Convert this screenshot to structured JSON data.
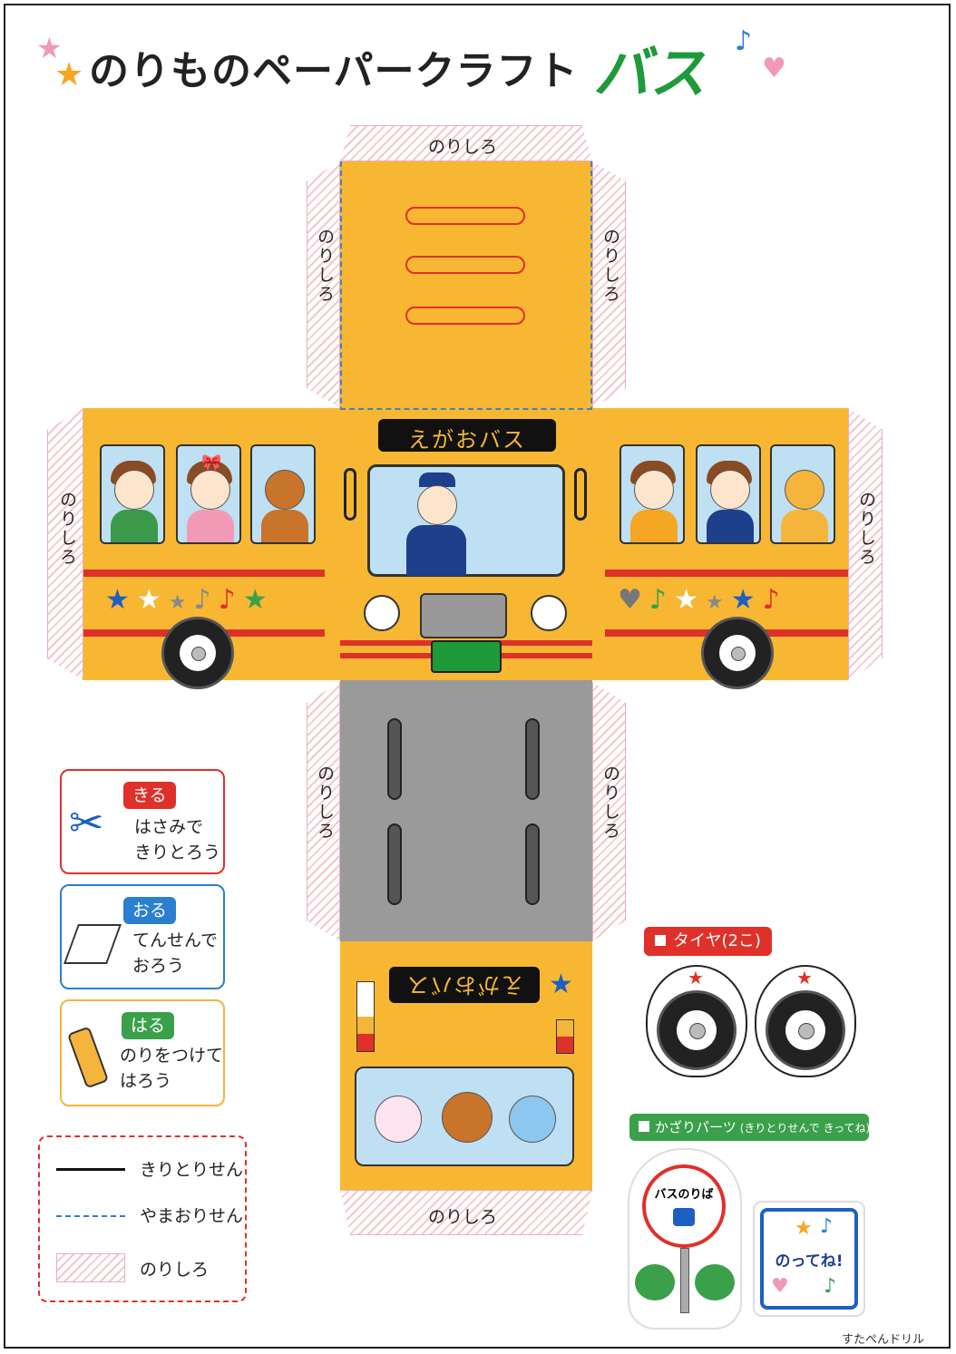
{
  "title": {
    "main": "のりものペーパークラフト",
    "accent": "バス"
  },
  "bus": {
    "sign_front": "えがおバス",
    "sign_back": "えがおバス",
    "glue_label": "のりしろ"
  },
  "legend": {
    "cut": {
      "tag": "きる",
      "line1": "はさみで",
      "line2": "きりとろう"
    },
    "fold": {
      "tag": "おる",
      "line1": "てんせんで",
      "line2": "おろう"
    },
    "paste": {
      "tag": "はる",
      "line1": "のりをつけて",
      "line2": "はろう"
    },
    "lines": {
      "cut_line": "きりとりせん",
      "fold_line": "やまおりせん",
      "glue_area": "のりしろ"
    }
  },
  "parts": {
    "tires_label": "タイヤ(2こ)",
    "deco_label": "かざりパーツ",
    "deco_note": "(きりとりせんで きってね)",
    "stop_sign": "バスのりば",
    "ride_card": "のってね!"
  },
  "credit": "すたぺんドリル",
  "colors": {
    "bus": "#f7b733",
    "stripe": "#e0302a",
    "glue": "#f6c6cf",
    "fold": "#4a7fb8",
    "accent_green": "#1f9a3a"
  }
}
